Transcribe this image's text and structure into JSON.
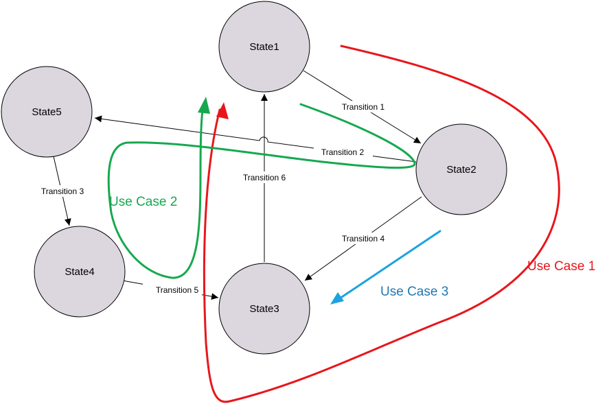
{
  "states": {
    "s1": {
      "label": "State1"
    },
    "s2": {
      "label": "State2"
    },
    "s3": {
      "label": "State3"
    },
    "s4": {
      "label": "State4"
    },
    "s5": {
      "label": "State5"
    }
  },
  "transitions": {
    "t1": {
      "label": "Transition 1"
    },
    "t2": {
      "label": "Transition 2"
    },
    "t3": {
      "label": "Transition 3"
    },
    "t4": {
      "label": "Transition 4"
    },
    "t5": {
      "label": "Transition 5"
    },
    "t6": {
      "label": "Transition 6"
    }
  },
  "use_cases": {
    "uc1": {
      "label": "Use Case 1",
      "color": "#e8161b"
    },
    "uc2": {
      "label": "Use Case 2",
      "color": "#16a84f"
    },
    "uc3": {
      "label": "Use Case 3",
      "color": "#1aa3e0"
    },
    "uc3_text_color": "#1f77b4"
  },
  "colors": {
    "state_fill": "#dcd6df",
    "edge": "#000000"
  }
}
